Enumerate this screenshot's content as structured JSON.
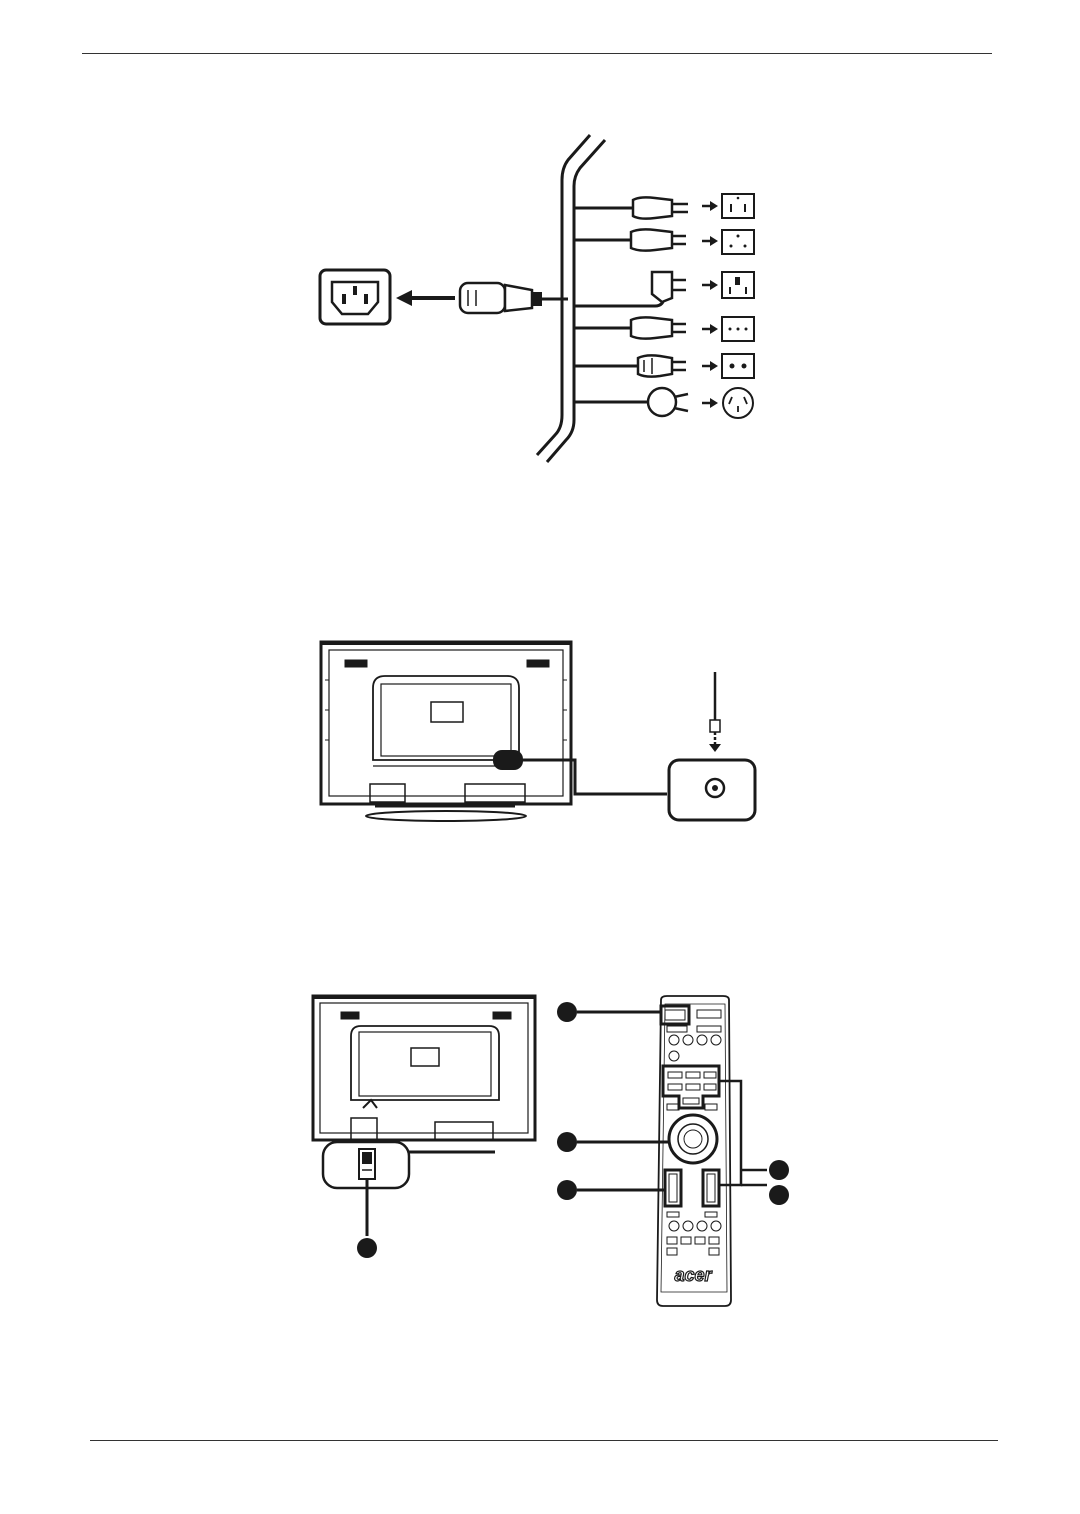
{
  "page": {
    "header_rule": true,
    "footer_rule": true
  },
  "figure_power": {
    "plug_types": [
      "us-3pin",
      "eu-3pin",
      "uk-3pin",
      "ch-3pin",
      "eu-schuko",
      "au-3pin"
    ]
  },
  "figure_antenna": {
    "connection": "tv-back-to-antenna-jack"
  },
  "figure_power_on": {
    "callouts": [
      "",
      "",
      "",
      "",
      ""
    ],
    "remote_brand": "acer"
  },
  "colors": {
    "ink": "#1a1a1a",
    "paper": "#ffffff"
  }
}
